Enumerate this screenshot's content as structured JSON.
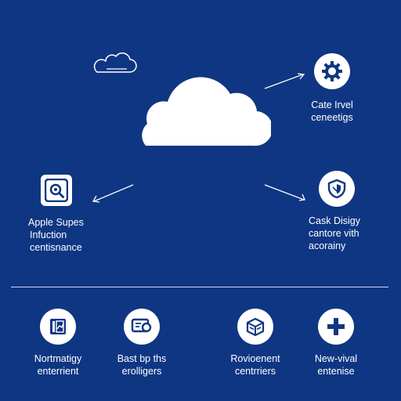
{
  "top_right": {
    "line1": "Cate Irvel",
    "line2": "ceneetigs"
  },
  "left": {
    "line1": "Apple Supes",
    "line2": "Infuction",
    "line3": "centisnance"
  },
  "right": {
    "line1": "Cask Disigy",
    "line2": "cantore vith",
    "line3": "acorainy"
  },
  "bottom": [
    {
      "line1": "Nortmatigy",
      "line2": "enterrient",
      "icon": "document-chart-icon"
    },
    {
      "line1": "Bast bp ths",
      "line2": "erolligers",
      "icon": "chat-lens-icon"
    },
    {
      "line1": "Rovioenent",
      "line2": "centrriers",
      "icon": "box-icon"
    },
    {
      "line1": "New-vival",
      "line2": "entenise",
      "icon": "plus-icon"
    }
  ],
  "colors": {
    "background": "#0f3682",
    "icon_fill": "#ffffff",
    "icon_glyph": "#0f3682"
  }
}
